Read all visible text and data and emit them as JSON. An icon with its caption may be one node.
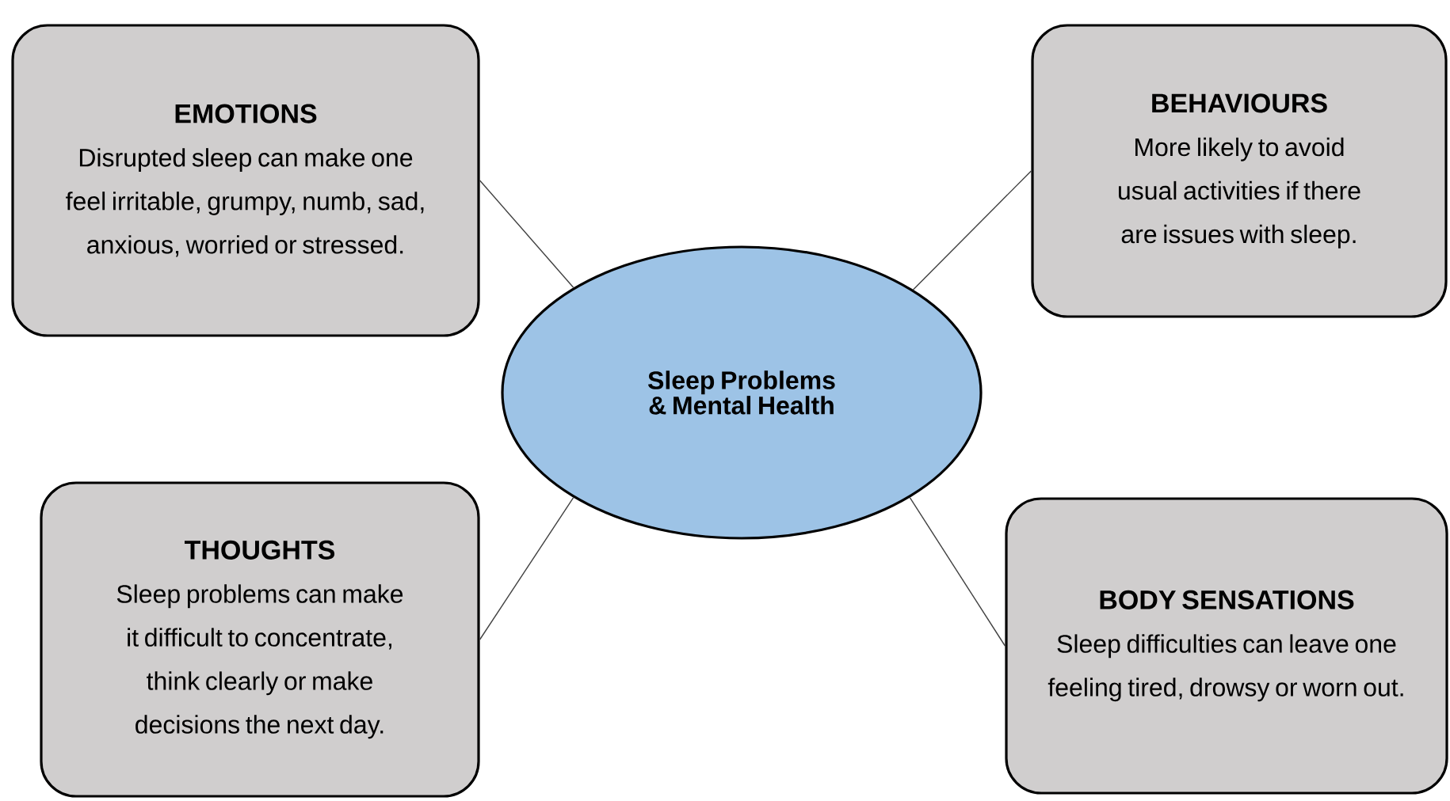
{
  "diagram": {
    "nodes": [
      {
        "text": [
          "Sleep Problems & Mental Health"
        ]
      },
      {
        "text": [
          "EMOTIONS",
          "Disrupted sleep can make one feel irritable, grumpy, numb, sad, anxious, worried or stressed."
        ]
      },
      {
        "text": [
          "BEHAVIOURS",
          "More likely to avoid usual activities if there are issues with sleep."
        ]
      },
      {
        "text": [
          "THOUGHTS",
          "Sleep problems can make it difficult to concentrate, think clearly or make decisions the next day."
        ]
      },
      {
        "text": [
          "BODY SENSATIONS",
          "Sleep difficulties can leave one feeling tired, drowsy or worn out."
        ]
      }
    ],
    "edges": [
      {
        "from": 0,
        "to": 1,
        "arrow": "none"
      },
      {
        "from": 0,
        "to": 2,
        "arrow": "none"
      },
      {
        "from": 0,
        "to": 3,
        "arrow": "none"
      },
      {
        "from": 0,
        "to": 4,
        "arrow": "none"
      }
    ]
  }
}
